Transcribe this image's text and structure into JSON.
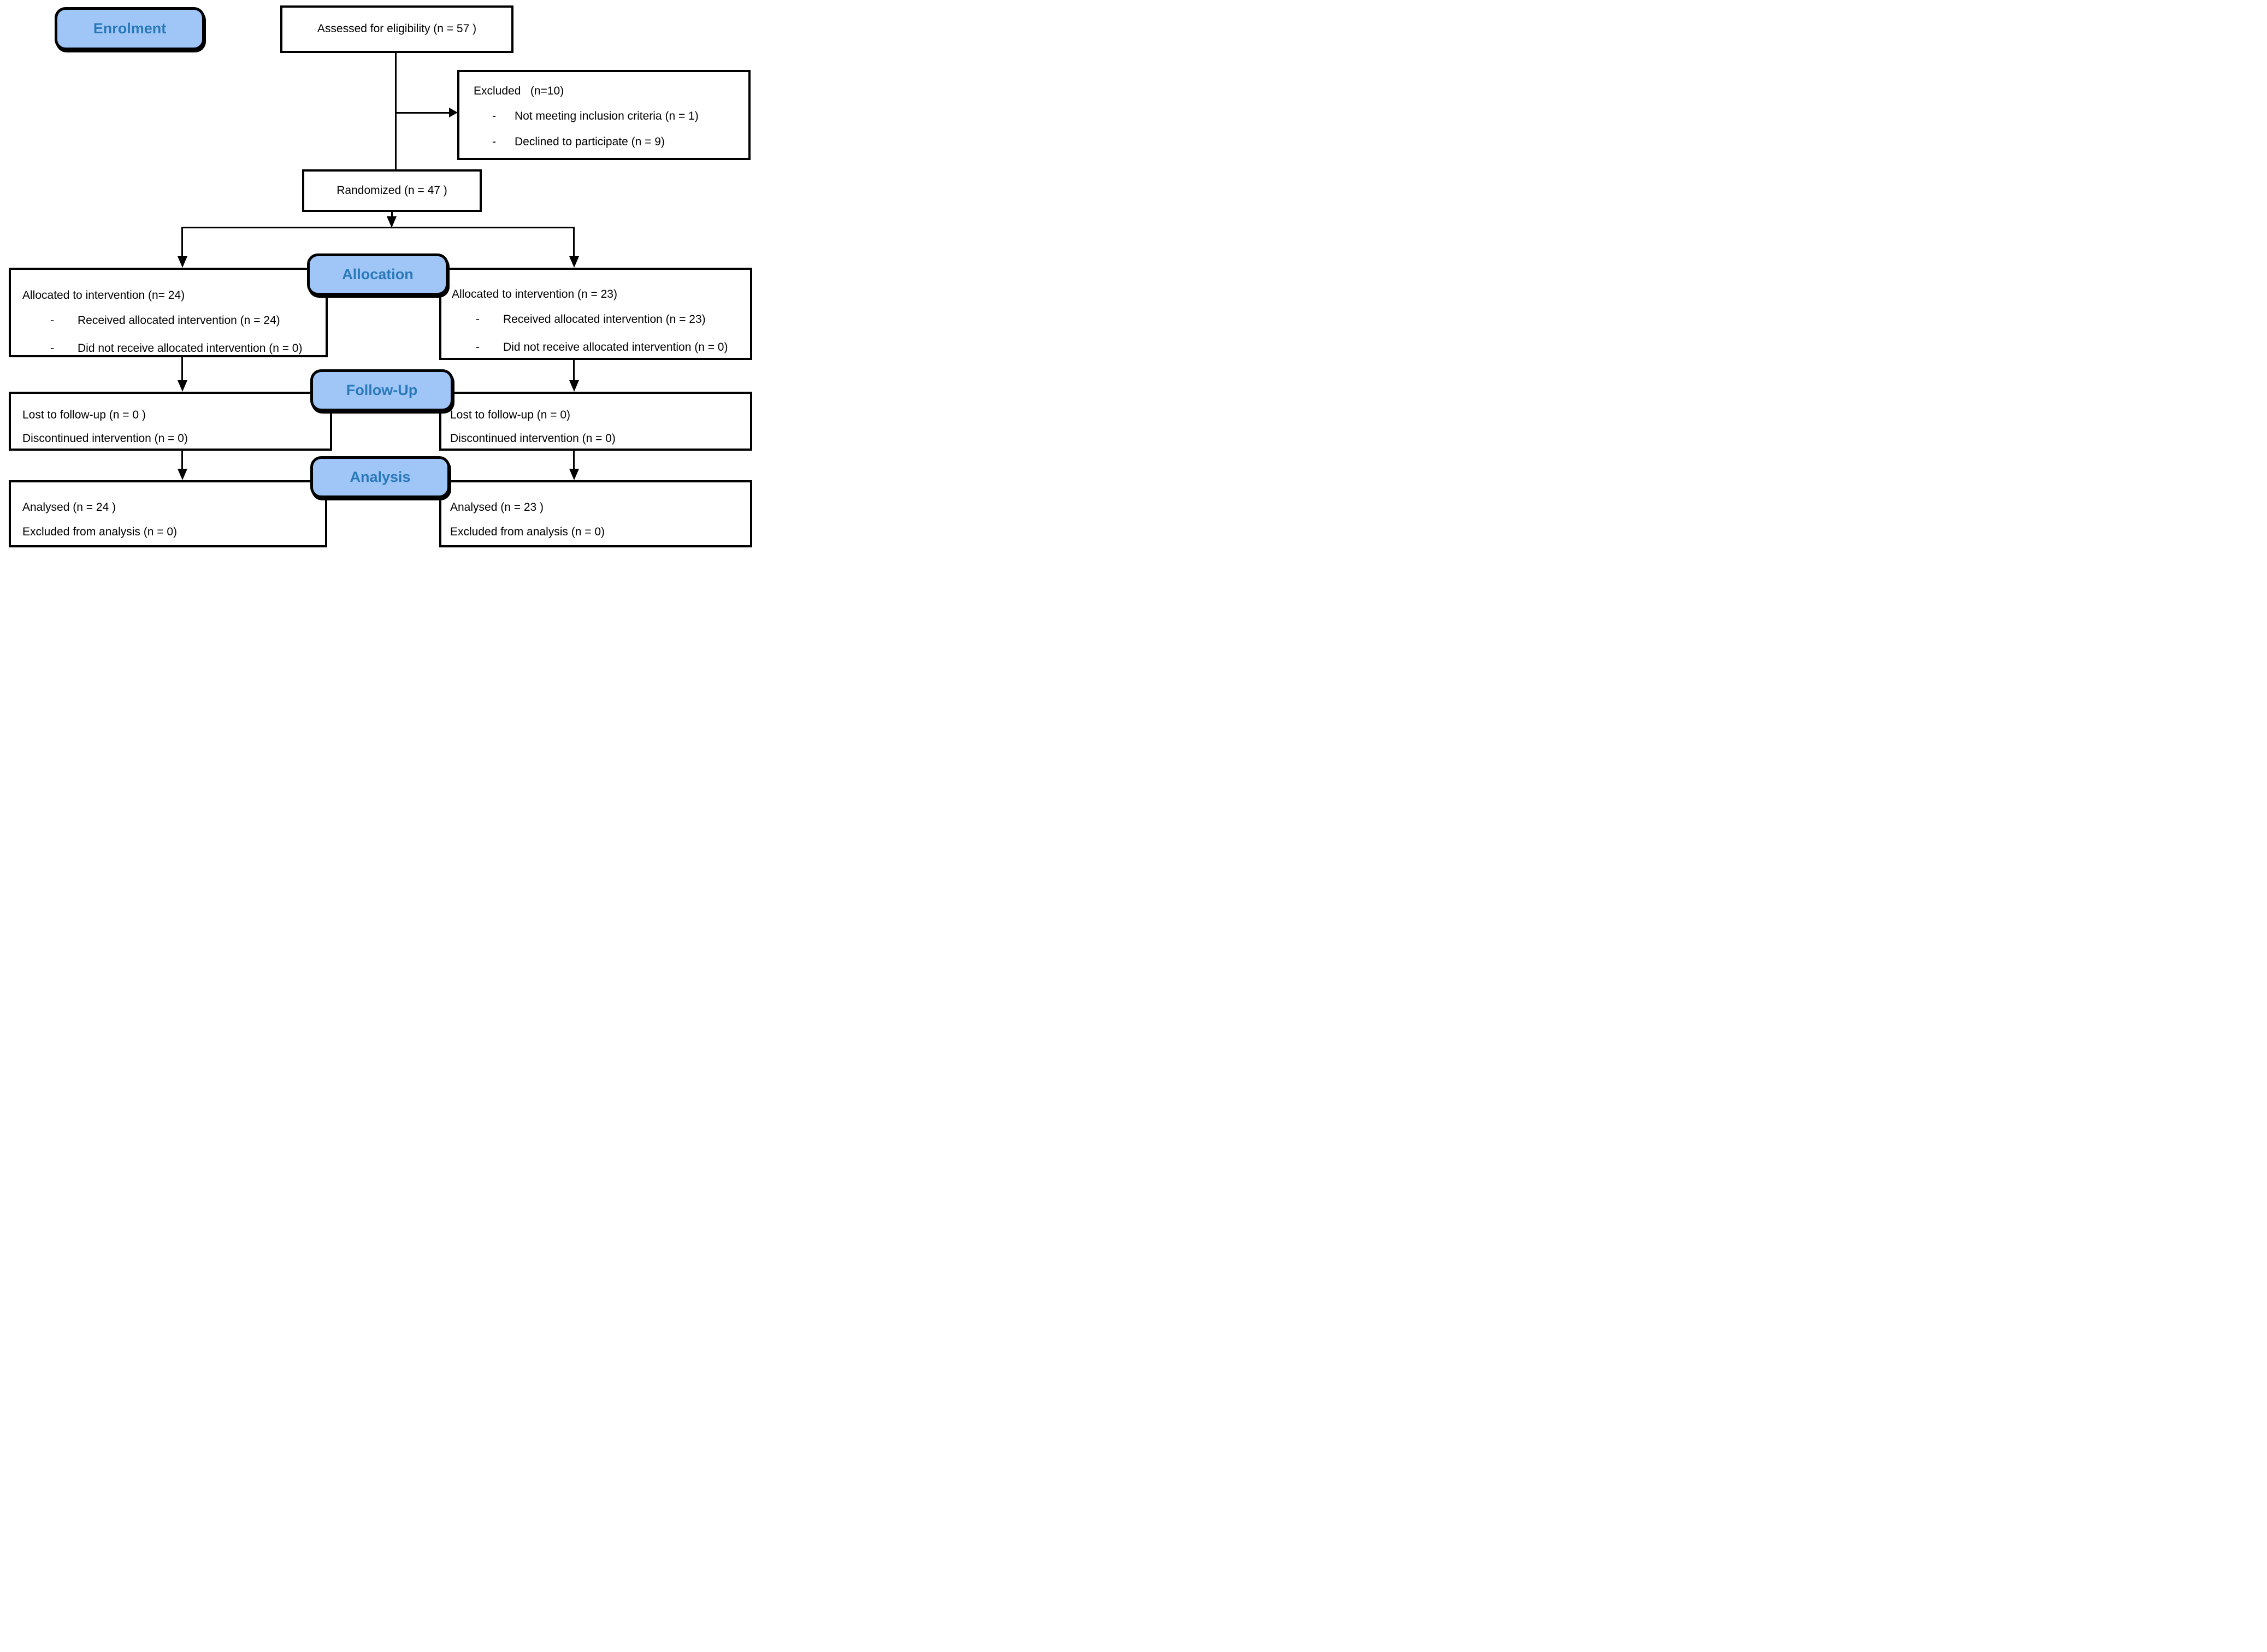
{
  "diagram": {
    "stages": {
      "enrolment": "Enrolment",
      "allocation": "Allocation",
      "followup": "Follow-Up",
      "analysis": "Analysis"
    },
    "boxes": {
      "assessed": {
        "text": "Assessed for eligibility (n = 57 )"
      },
      "excluded": {
        "title": "Excluded   (n=10)",
        "bullet": "-",
        "items": [
          "Not meeting inclusion criteria (n = 1)",
          "Declined to participate (n = 9)"
        ]
      },
      "randomized": {
        "text": "Randomized (n = 47 )"
      },
      "alloc_left": {
        "title": "Allocated to intervention (n= 24)",
        "bullet": "-",
        "items": [
          "Received allocated intervention (n = 24)",
          "Did not receive allocated intervention (n = 0)"
        ]
      },
      "alloc_right": {
        "title": "Allocated to intervention (n = 23)",
        "bullet": "-",
        "items": [
          "Received allocated intervention (n = 23)",
          "Did not receive allocated intervention (n = 0)"
        ]
      },
      "fu_left": {
        "lines": [
          "Lost to follow-up (n = 0 )",
          "Discontinued intervention (n = 0)"
        ]
      },
      "fu_right": {
        "lines": [
          "Lost to follow-up (n = 0)",
          "Discontinued intervention (n = 0)"
        ]
      },
      "an_left": {
        "lines": [
          "Analysed (n = 24 )",
          "Excluded from analysis (n = 0)"
        ]
      },
      "an_right": {
        "lines": [
          "Analysed (n = 23 )",
          "Excluded from analysis (n = 0)"
        ]
      }
    },
    "colors": {
      "stage_fill": "#A0C6F8",
      "stage_text": "#2979B9",
      "line": "#000000"
    }
  }
}
